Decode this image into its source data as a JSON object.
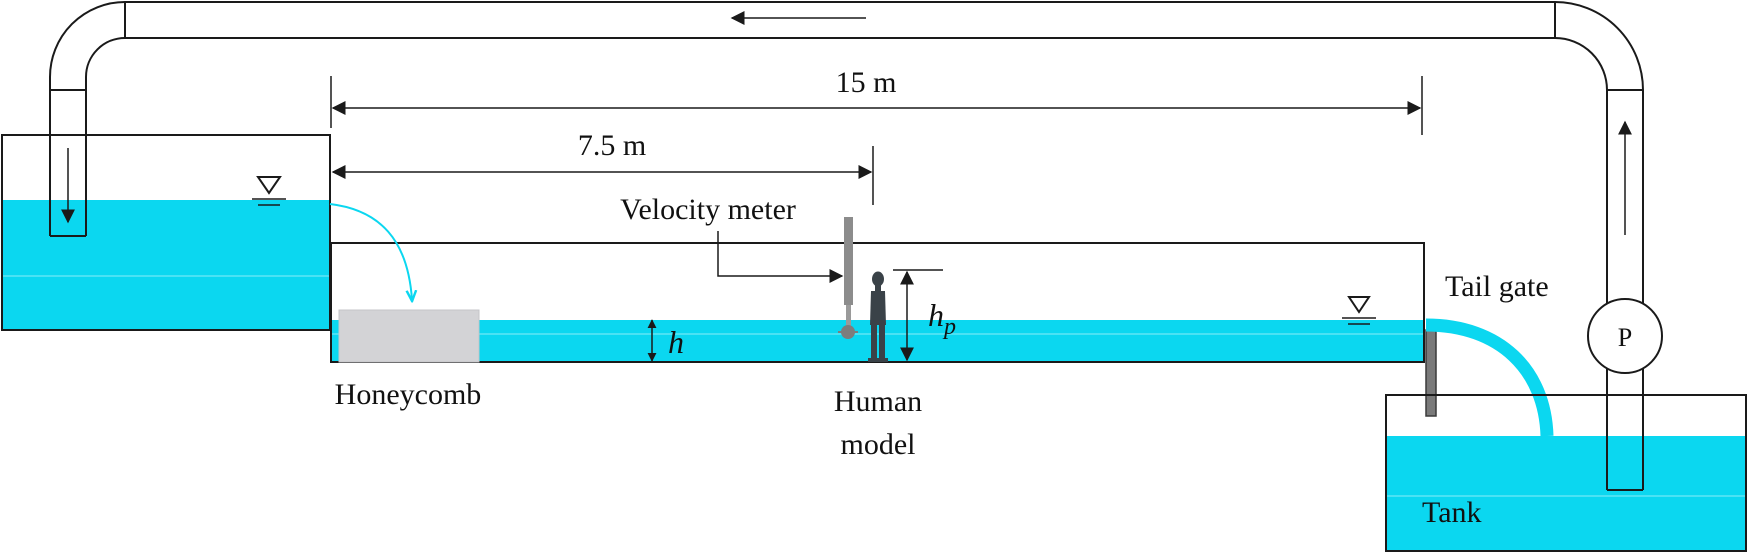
{
  "colors": {
    "water": "#0bd7f0",
    "outline": "#1a1a1a",
    "honeycomb": "#d3d3d6",
    "gate": "#7a7a7a",
    "meter": "#8c8c8c",
    "human": "#3a4248"
  },
  "labels": {
    "length_full": "15 m",
    "length_half": "7.5 m",
    "velocity_meter": "Velocity meter",
    "h": "h",
    "hp_base": "h",
    "hp_sub": "p",
    "honeycomb": "Honeycomb",
    "human_line1": "Human",
    "human_line2": "model",
    "tail_gate": "Tail gate",
    "pump": "P",
    "tank": "Tank"
  },
  "icons": {
    "water_surface_upstream": "inverted-triangle-icon",
    "water_surface_downstream": "inverted-triangle-icon",
    "flow_direction": "arrow-icon"
  }
}
